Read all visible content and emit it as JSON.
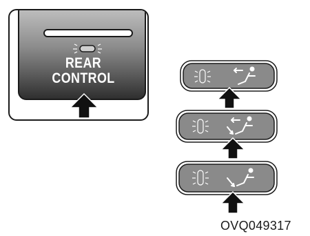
{
  "panel": {
    "label_line1": "REAR",
    "label_line2": "CONTROL"
  },
  "buttons": [
    {
      "mode": "vent-face",
      "pressed": true
    },
    {
      "mode": "vent-bi-level",
      "pressed": true
    },
    {
      "mode": "vent-floor",
      "pressed": true
    }
  ],
  "figure_code": "OVQ049317",
  "colors": {
    "button_fill": "#8a8a8a",
    "panel_dark": "#2f2f2f",
    "outline": "#1a1a1a"
  }
}
